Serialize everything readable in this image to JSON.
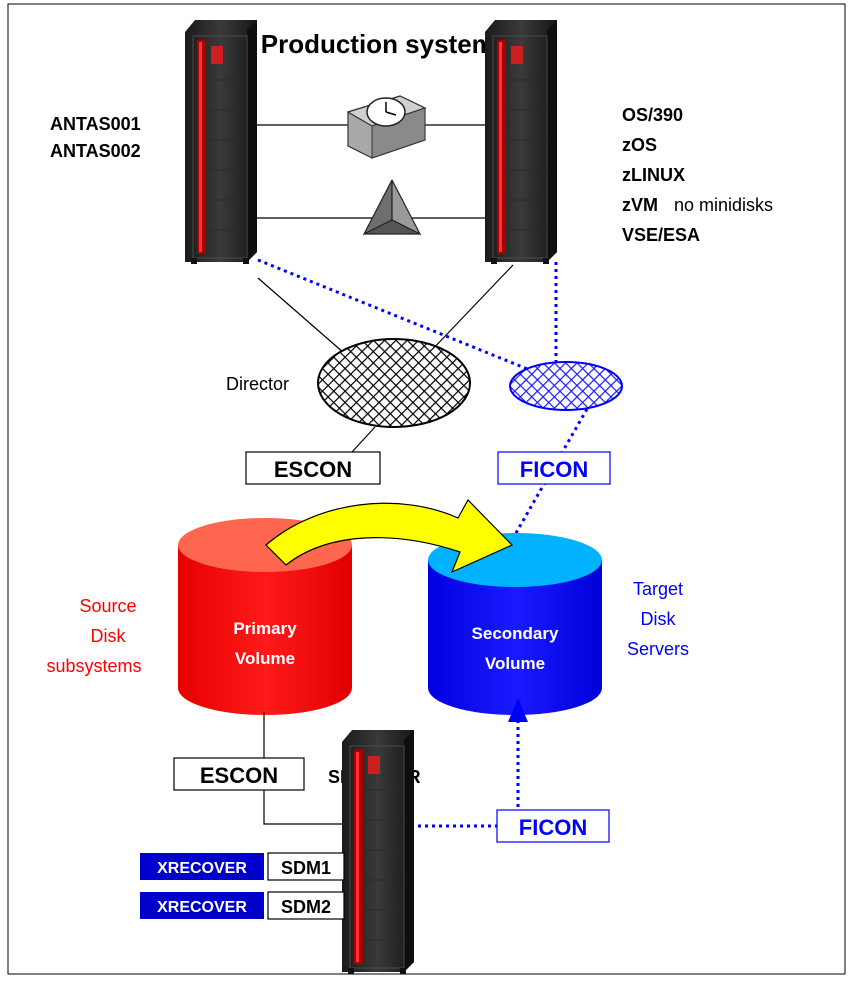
{
  "title": "Production systems",
  "left_systems": [
    "ANTAS001",
    "ANTAS002"
  ],
  "os_list": [
    "OS/390",
    "zOS",
    "zLINUX",
    "zVM",
    "VSE/ESA"
  ],
  "os_note": "no minidisks",
  "director_label": "Director",
  "escon_label": "ESCON",
  "ficon_label": "FICON",
  "source_label": [
    "Source",
    "Disk",
    "subsystems"
  ],
  "target_label": [
    "Target",
    "Disk",
    "Servers"
  ],
  "primary_volume": [
    "Primary",
    "Volume"
  ],
  "secondary_volume": [
    "Secondary",
    "Volume"
  ],
  "sdm_lpar": "SDM LPAR",
  "sdm_rows": [
    {
      "command": "XRECOVER",
      "name": "SDM1"
    },
    {
      "command": "XRECOVER",
      "name": "SDM2"
    }
  ],
  "colors": {
    "ficon_blue": "#0000ff",
    "source_red": "#ff0000",
    "target_blue": "#0000ff",
    "xrecover_bg": "#0000cc",
    "arrow_yellow": "#ffff00"
  },
  "icons": [
    "mainframe-server-icon",
    "sysplex-timer-icon",
    "coupling-facility-icon"
  ]
}
